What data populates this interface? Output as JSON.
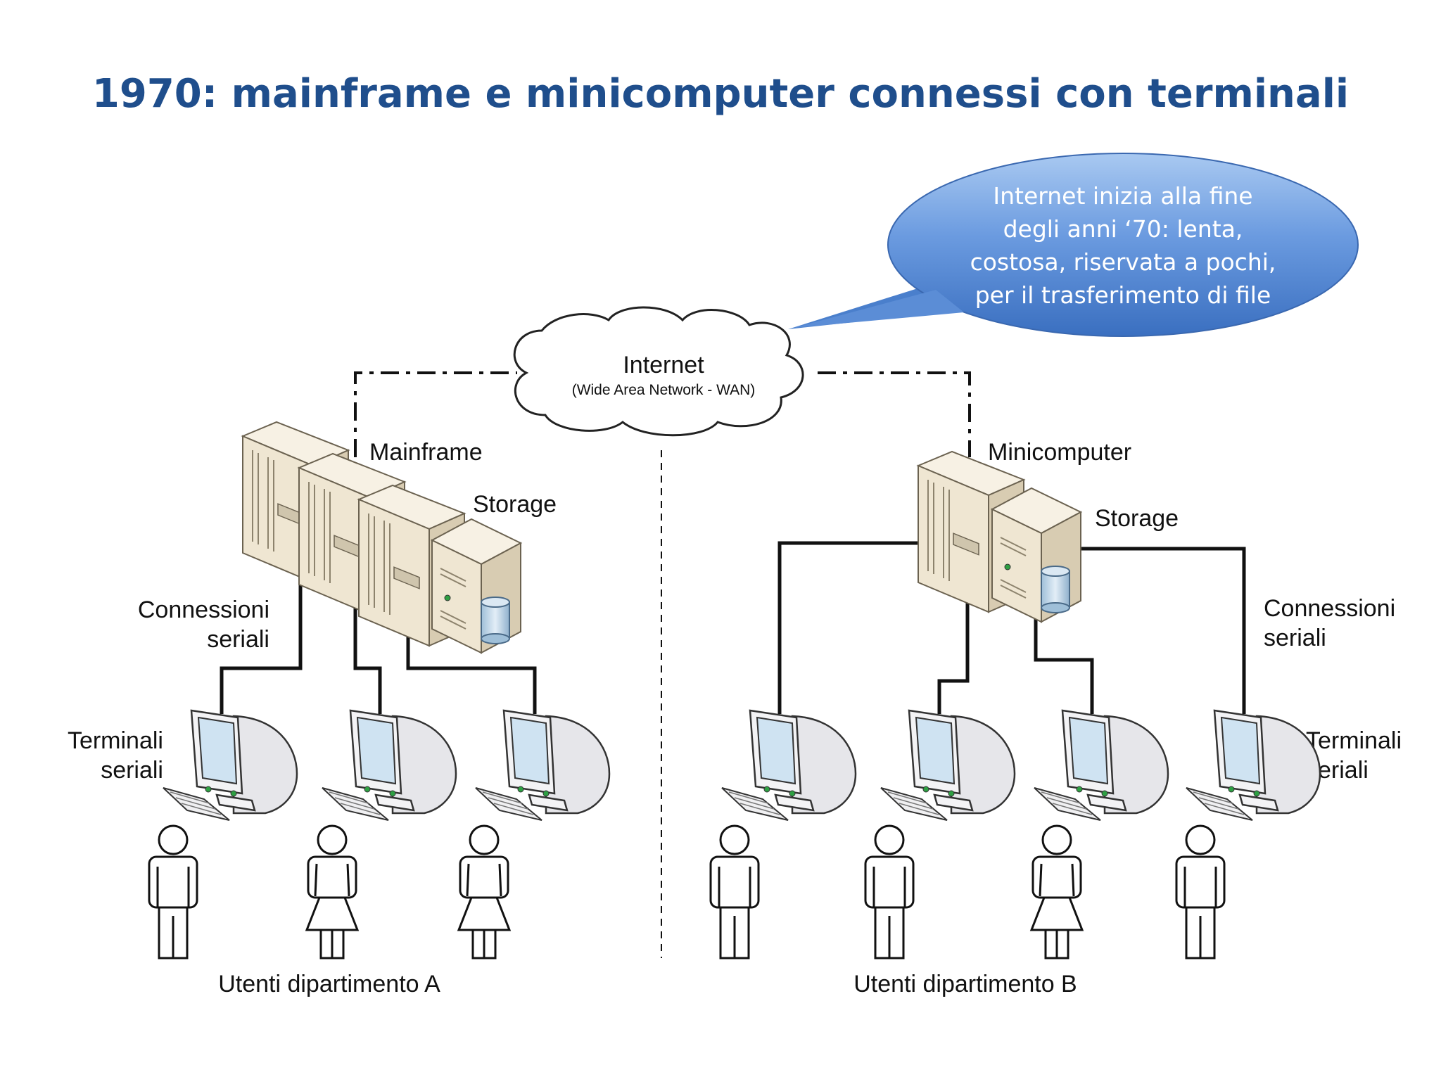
{
  "title": "1970: mainframe e minicomputer connessi con terminali",
  "bubble": {
    "lines": [
      "Internet inizia alla fine",
      "degli anni ‘70: lenta,",
      "costosa, riservata a pochi,",
      "per il trasferimento di file"
    ],
    "color": "#5b8fd6"
  },
  "internet": {
    "label": "Internet",
    "sublabel": "(Wide Area Network - WAN)"
  },
  "left": {
    "server_label": "Mainframe",
    "storage_label": "Storage",
    "connections_label": [
      "Connessioni",
      "seriali"
    ],
    "terminals_label": [
      "Terminali",
      "seriali"
    ],
    "users_label": "Utenti dipartimento A"
  },
  "right": {
    "server_label": "Minicomputer",
    "storage_label": "Storage",
    "connections_label": [
      "Connessioni",
      "seriali"
    ],
    "terminals_label": [
      "Terminali",
      "seriali"
    ],
    "users_label": "Utenti dipartimento B"
  },
  "colors": {
    "title": "#1f4e8c",
    "bubble_top": "#8fb8ec",
    "bubble_bottom": "#3f78c8"
  }
}
